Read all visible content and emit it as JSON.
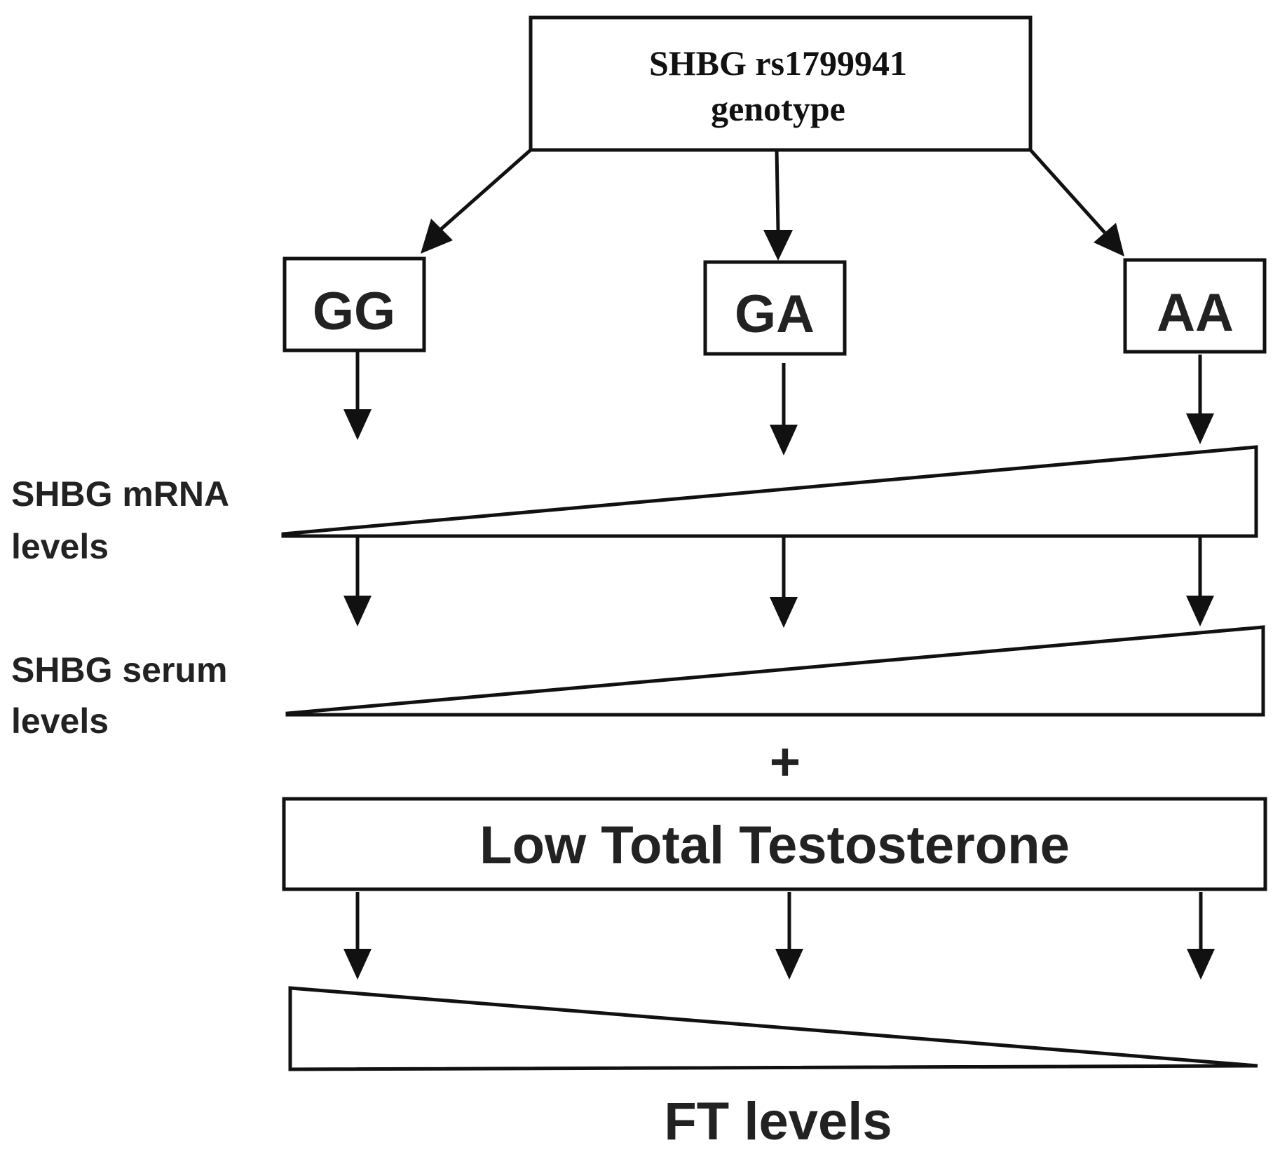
{
  "title_box": {
    "line1": "SHBG rs1799941",
    "line2": "genotype"
  },
  "genotypes": [
    {
      "label": "GG"
    },
    {
      "label": "GA"
    },
    {
      "label": "AA"
    }
  ],
  "levels": {
    "mrna_line1": "SHBG mRNA",
    "mrna_line2": "levels",
    "serum_line1": "SHBG serum",
    "serum_line2": "levels"
  },
  "plus_sign": "+",
  "testosterone_box": "Low Total Testosterone",
  "ft_label": "FT levels"
}
